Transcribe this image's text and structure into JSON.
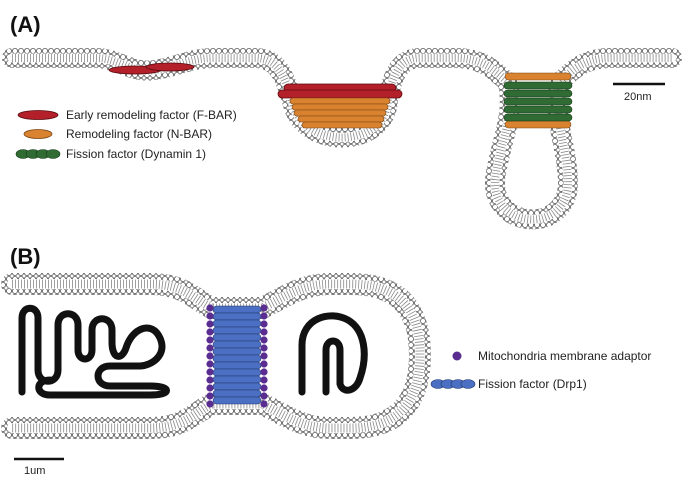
{
  "panels": [
    {
      "label": "(A)",
      "scale_bar_label": "20nm"
    },
    {
      "label": "(B)",
      "scale_bar_label": "1um"
    }
  ],
  "legend_a": [
    {
      "label": "Early remodeling factor (F-BAR)",
      "color": "#b3202a",
      "shape": "red-ellipse-icon"
    },
    {
      "label": "Remodeling factor (N-BAR)",
      "color": "#d98330",
      "shape": "orange-ellipse-icon"
    },
    {
      "label": "Fission factor (Dynamin 1)",
      "color": "#2f6b32",
      "shape": "green-chain-icon"
    }
  ],
  "legend_b": [
    {
      "label": "Mitochondria membrane adaptor",
      "color": "#5a2d91",
      "shape": "purple-dot-icon"
    },
    {
      "label": "Fission factor (Drp1)",
      "color": "#4b6fc2",
      "shape": "blue-chain-icon"
    }
  ],
  "colors": {
    "f_bar": "#b3202a",
    "n_bar": "#d98330",
    "dynamin": "#2f6b32",
    "drp1": "#4b6fc2",
    "adaptor": "#5a2d91",
    "cristae": "#111111",
    "membrane_head": "#ffffff",
    "membrane_outline": "#555555"
  }
}
